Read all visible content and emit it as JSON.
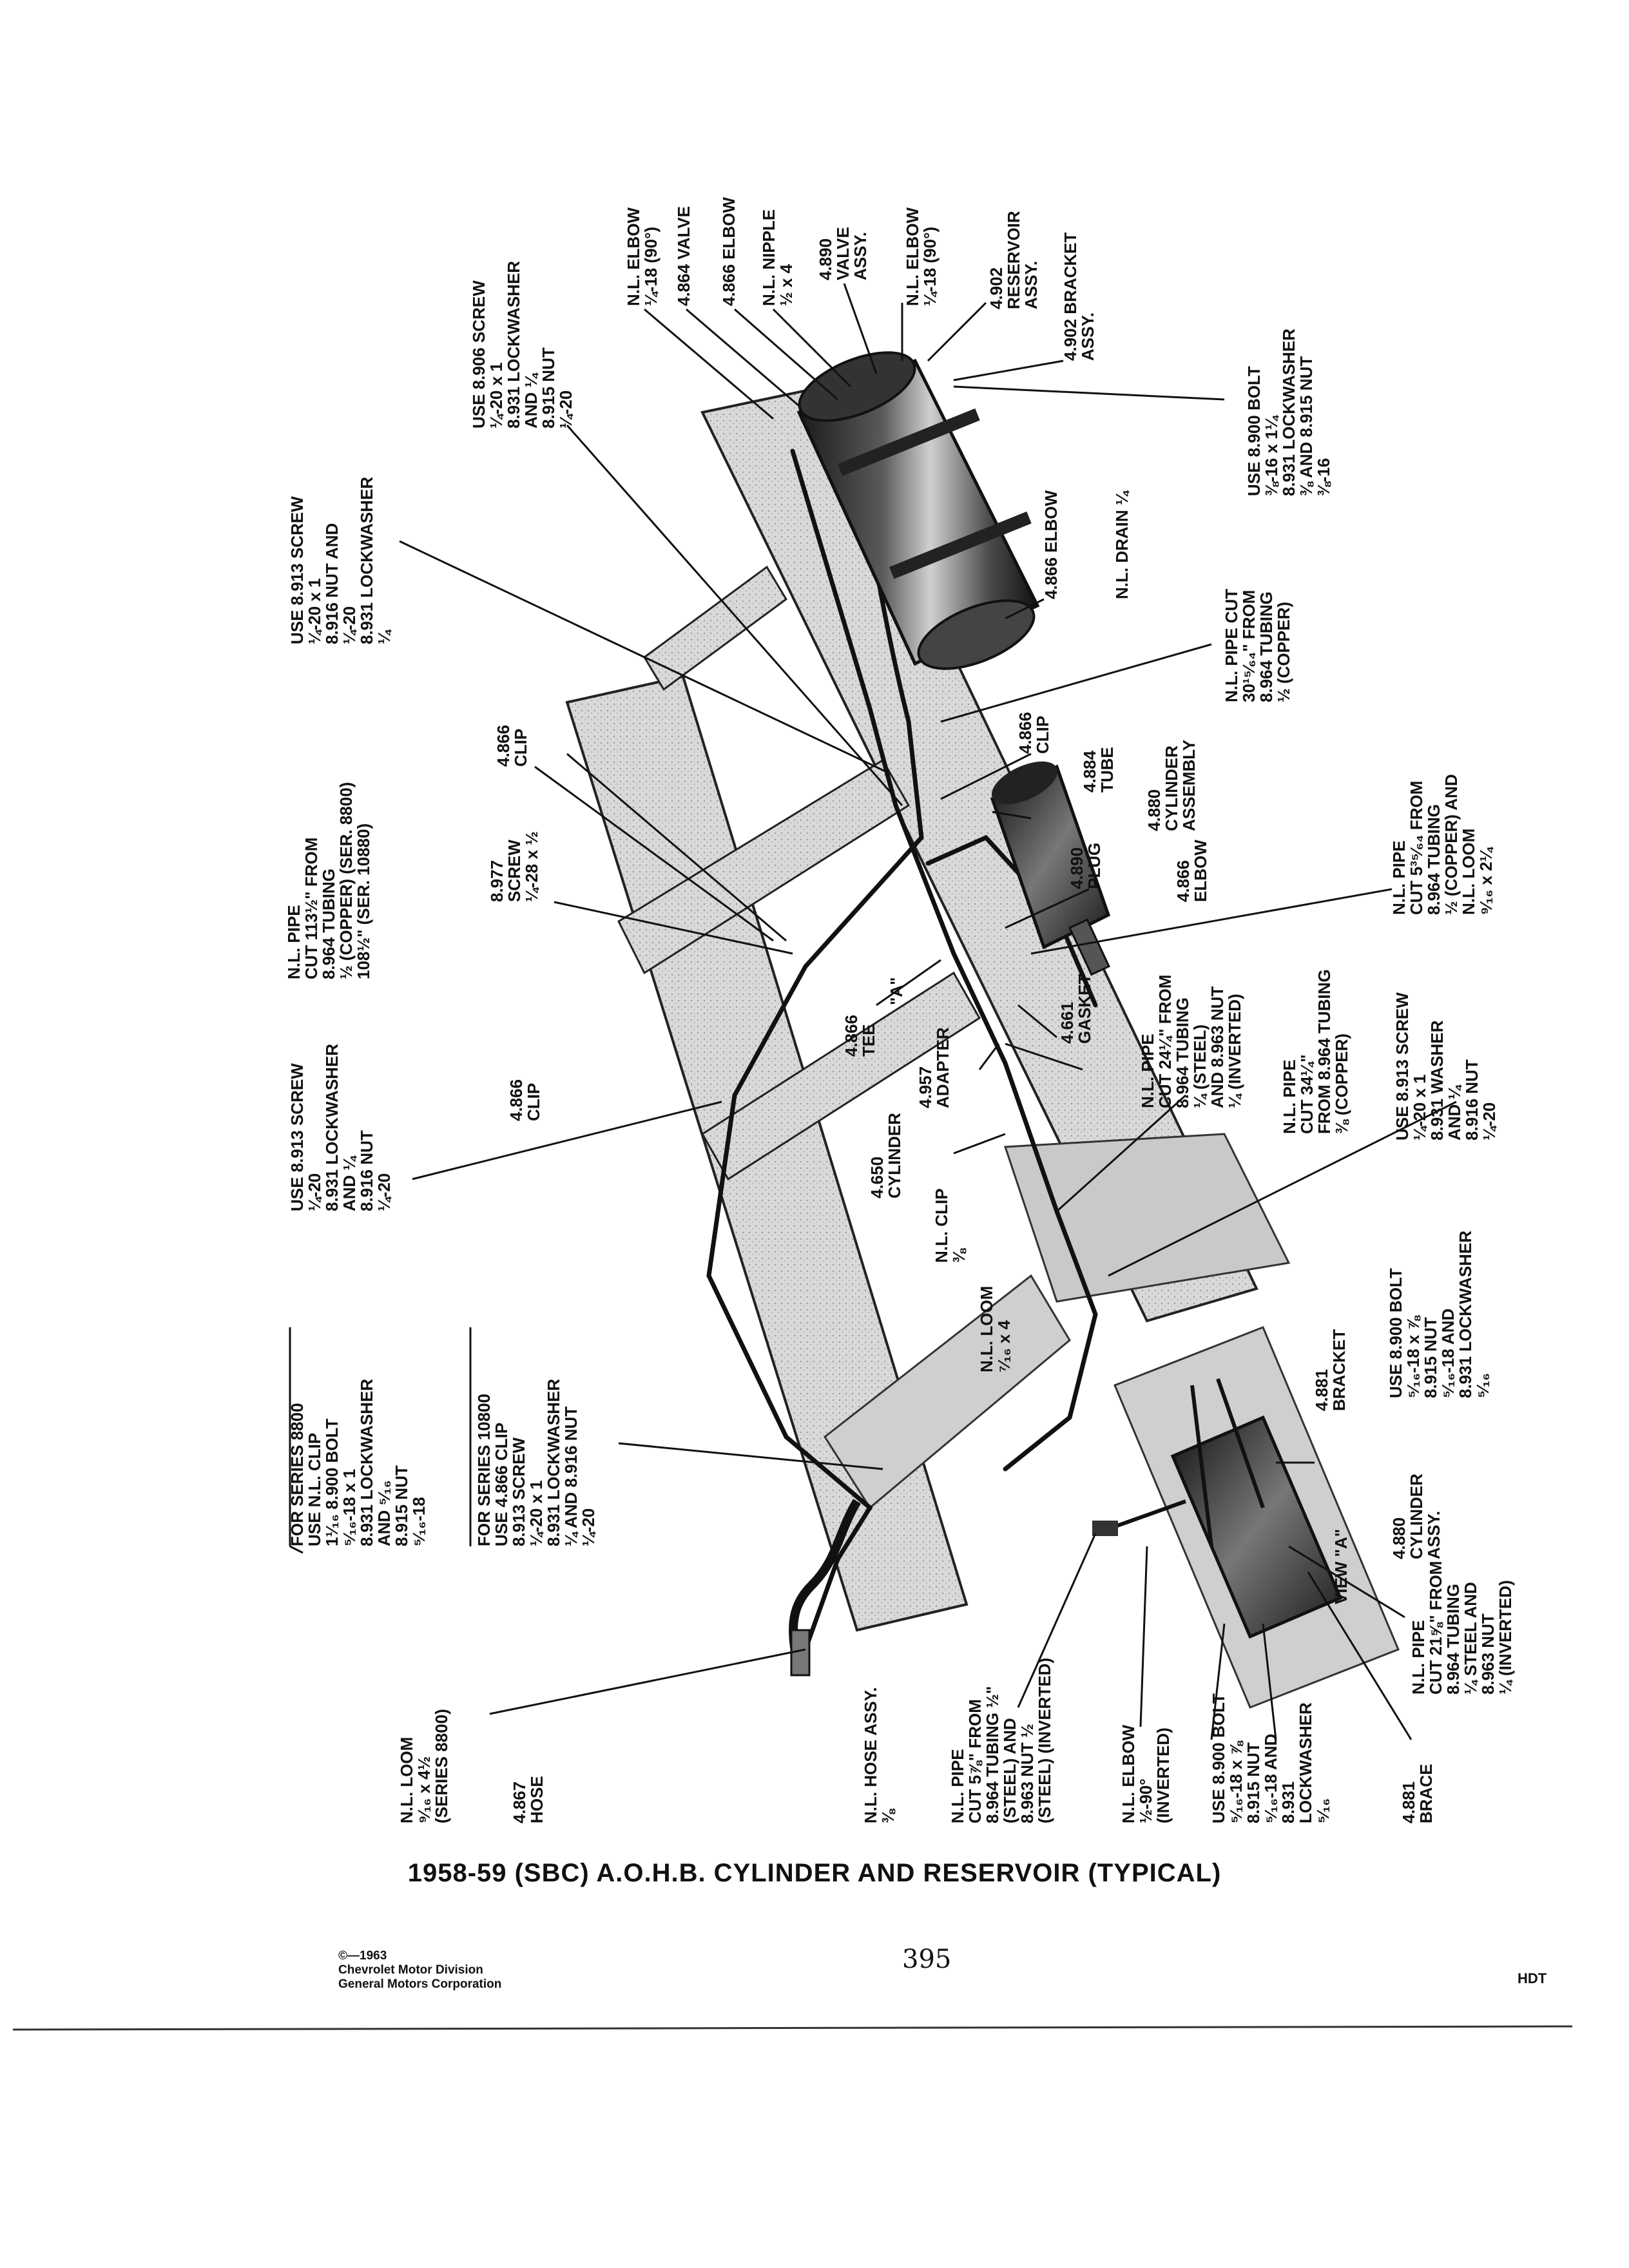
{
  "title": "1958-59 (SBC) A.O.H.B. CYLINDER AND RESERVOIR (TYPICAL)",
  "page_number": "395",
  "section_code": "HDT",
  "copyright": [
    "©—1963",
    "Chevrolet Motor Division",
    "General Motors Corporation"
  ],
  "callouts": [
    {
      "id": "c1",
      "lines": [
        "N.L. ELBOW",
        "¼-18 (90°)"
      ]
    },
    {
      "id": "c2",
      "lines": [
        "4.864 VALVE"
      ]
    },
    {
      "id": "c3",
      "lines": [
        "4.866 ELBOW"
      ]
    },
    {
      "id": "c4",
      "lines": [
        "N.L. NIPPLE",
        "½ x 4"
      ]
    },
    {
      "id": "c5",
      "lines": [
        "4.890",
        "VALVE",
        "ASSY."
      ]
    },
    {
      "id": "c6",
      "lines": [
        "N.L. ELBOW",
        "¼-18 (90°)"
      ]
    },
    {
      "id": "c7",
      "lines": [
        "4.902",
        "RESERVOIR",
        "ASSY."
      ]
    },
    {
      "id": "c8",
      "lines": [
        "4.902 BRACKET",
        "ASSY."
      ]
    },
    {
      "id": "c9",
      "lines": [
        "USE 8.906 SCREW",
        "¼-20 x 1",
        "8.931 LOCKWASHER",
        "AND ¼",
        "8.915 NUT",
        "¼-20"
      ]
    },
    {
      "id": "c10",
      "lines": [
        "USE 8.900 BOLT",
        "⅜-16 x 1¼",
        "8.931 LOCKWASHER",
        "⅜ AND 8.915 NUT",
        "⅜-16"
      ]
    },
    {
      "id": "c11",
      "lines": [
        "USE 8.913 SCREW",
        "¼-20 x 1",
        "8.916 NUT AND",
        "¼-20",
        "8.931 LOCKWASHER",
        "¼"
      ]
    },
    {
      "id": "c12",
      "lines": [
        "4.866 ELBOW"
      ]
    },
    {
      "id": "c13",
      "lines": [
        "N.L. DRAIN ¼"
      ]
    },
    {
      "id": "c14",
      "lines": [
        "N.L. PIPE CUT",
        "30¹⁵⁄₆₄\" FROM",
        "8.964 TUBING",
        "½ (COPPER)"
      ]
    },
    {
      "id": "c15",
      "lines": [
        "N.L. PIPE",
        "CUT 113½\" FROM",
        "8.964 TUBING",
        "½ (COPPER) (SER. 8800)",
        "108½\" (SER. 10880)"
      ]
    },
    {
      "id": "c16",
      "lines": [
        "4.866",
        "CLIP"
      ]
    },
    {
      "id": "c17",
      "lines": [
        "4.866",
        "CLIP"
      ]
    },
    {
      "id": "c18",
      "lines": [
        "4.884",
        "TUBE"
      ]
    },
    {
      "id": "c19",
      "lines": [
        "4.880",
        "CYLINDER",
        "ASSEMBLY"
      ]
    },
    {
      "id": "c20",
      "lines": [
        "8.977",
        "SCREW",
        "¼-28 x ½"
      ]
    },
    {
      "id": "c21",
      "lines": [
        "4.890",
        "PLUG"
      ]
    },
    {
      "id": "c22",
      "lines": [
        "4.866",
        "ELBOW"
      ]
    },
    {
      "id": "c23",
      "lines": [
        "N.L. PIPE",
        "CUT 5³⁵⁄₆₄ FROM",
        "8.964 TUBING",
        "½ (COPPER) AND",
        "N.L. LOOM",
        "⁹⁄₁₆ x 2¼"
      ]
    },
    {
      "id": "c24",
      "lines": [
        "\"A\""
      ]
    },
    {
      "id": "c25",
      "lines": [
        "4.866",
        "TEE"
      ]
    },
    {
      "id": "c26",
      "lines": [
        "4.661",
        "GASKET"
      ]
    },
    {
      "id": "c27",
      "lines": [
        "N.L. PIPE",
        "CUT 24¼\" FROM",
        "8.964 TUBING",
        "¼ (STEEL)",
        "AND 8.963 NUT",
        "¼ (INVERTED)"
      ]
    },
    {
      "id": "c28",
      "lines": [
        "4.957",
        "ADAPTER"
      ]
    },
    {
      "id": "c29",
      "lines": [
        "N.L. PIPE",
        "CUT 34¼\"",
        "FROM 8.964 TUBING",
        "⅜ (COPPER)"
      ]
    },
    {
      "id": "c30",
      "lines": [
        "USE 8.913 SCREW",
        "¼-20 x 1",
        "8.931 WASHER",
        "AND ¼",
        "8.916 NUT",
        "¼-20"
      ]
    },
    {
      "id": "c31",
      "lines": [
        "USE 8.913 SCREW",
        "¼-20",
        "8.931 LOCKWASHER",
        "AND ¼",
        "8.916 NUT",
        "¼-20"
      ]
    },
    {
      "id": "c32",
      "lines": [
        "4.866",
        "CLIP"
      ]
    },
    {
      "id": "c33",
      "lines": [
        "4.650",
        "CYLINDER"
      ]
    },
    {
      "id": "c34",
      "lines": [
        "N.L. CLIP",
        "⅜"
      ]
    },
    {
      "id": "c35",
      "lines": [
        "N.L. LOOM",
        "⁷⁄₁₆ x 4"
      ]
    },
    {
      "id": "c36",
      "lines": [
        "USE 8.900 BOLT",
        "⁵⁄₁₆-18 x ⅞",
        "8.915 NUT",
        "⁵⁄₁₆-18 AND",
        "8.931 LOCKWASHER",
        "⁵⁄₁₆"
      ]
    },
    {
      "id": "c37",
      "lines": [
        "FOR SERIES 8800",
        "USE N.L. CLIP",
        "1¹⁄₁₆ 8.900 BOLT",
        "⁵⁄₁₆-18 x 1",
        "8.931 LOCKWASHER",
        "AND ⁵⁄₁₆",
        "8.915 NUT",
        "⁵⁄₁₆-18"
      ]
    },
    {
      "id": "c38",
      "lines": [
        "FOR SERIES 10800",
        "USE 4.866 CLIP",
        "8.913 SCREW",
        "¼-20 x 1",
        "8.931 LOCKWASHER",
        "¼ AND 8.916 NUT",
        "¼-20"
      ]
    },
    {
      "id": "c39",
      "lines": [
        "4.881",
        "BRACKET"
      ]
    },
    {
      "id": "c40",
      "lines": [
        "4.880",
        "CYLINDER",
        "ASSY."
      ]
    },
    {
      "id": "c41",
      "lines": [
        "VIEW \"A\""
      ]
    },
    {
      "id": "c42",
      "lines": [
        "N.L. PIPE",
        "CUT 21⅝\" FROM",
        "8.964 TUBING",
        "¼ STEEL AND",
        "8.963 NUT",
        "¼ (INVERTED)"
      ]
    },
    {
      "id": "c43",
      "lines": [
        "4.881",
        "BRACE"
      ]
    },
    {
      "id": "c44",
      "lines": [
        "USE 8.900 BOLT",
        "⁵⁄₁₆-18 x ⅞",
        "8.915 NUT",
        "⁵⁄₁₆-18 AND",
        "8.931",
        "LOCKWASHER",
        "⁵⁄₁₆"
      ]
    },
    {
      "id": "c45",
      "lines": [
        "N.L. ELBOW",
        "½-90°",
        "(INVERTED)"
      ]
    },
    {
      "id": "c46",
      "lines": [
        "N.L. PIPE",
        "CUT 5⅞\" FROM",
        "8.964 TUBING ½\"",
        "(STEEL) AND",
        "8.963 NUT ½",
        "(STEEL) (INVERTED)"
      ]
    },
    {
      "id": "c47",
      "lines": [
        "N.L. HOSE ASSY.",
        "⅜"
      ]
    },
    {
      "id": "c48",
      "lines": [
        "4.867",
        "HOSE"
      ]
    },
    {
      "id": "c49",
      "lines": [
        "N.L. LOOM",
        "⁹⁄₁₆ x 4½",
        "(SERIES 8800)"
      ]
    }
  ]
}
